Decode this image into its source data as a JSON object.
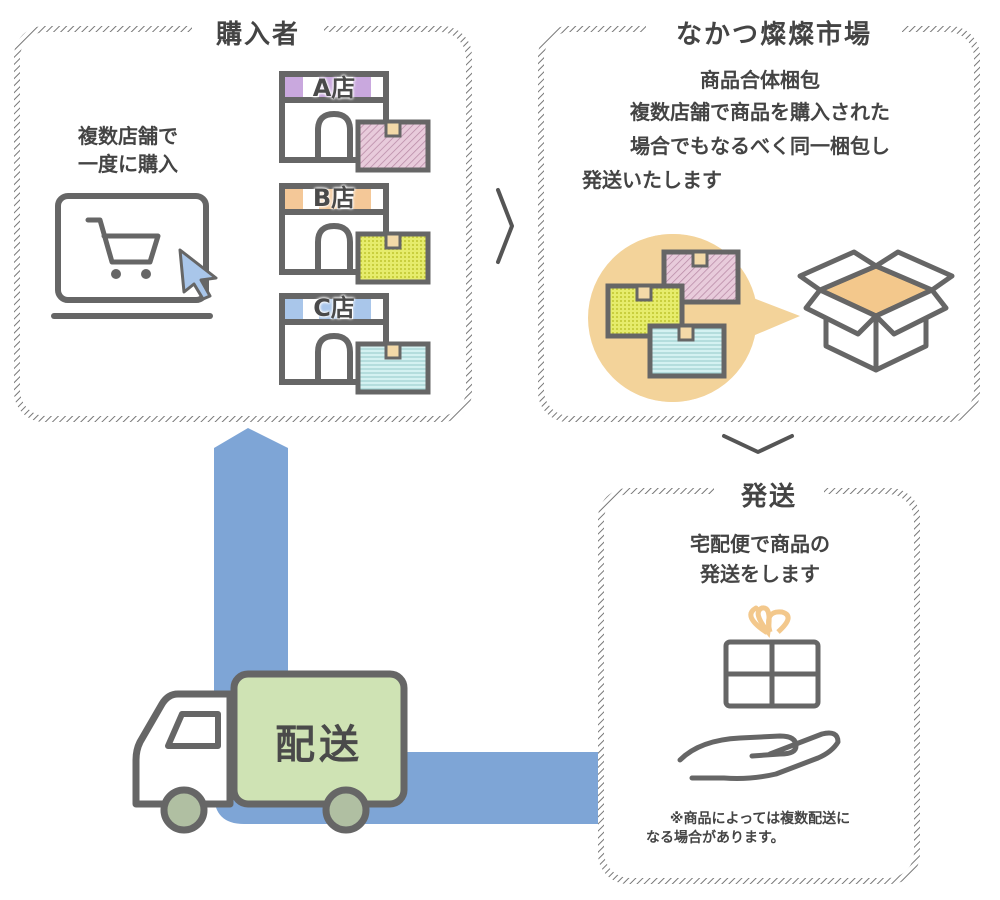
{
  "buyer_panel": {
    "title": "購入者",
    "desc_line1": "複数店舗で",
    "desc_line2": "一度に購入",
    "stores": [
      "A店",
      "B店",
      "C店"
    ]
  },
  "market_panel": {
    "title": "なかつ燦燦市場",
    "heading": "商品合体梱包",
    "line1": "複数店舗で商品を購入された",
    "line2": "場合でもなるべく同一梱包し",
    "line3": "発送いたします"
  },
  "ship_panel": {
    "title": "発送",
    "line1": "宅配便で商品の",
    "line2": "発送をします",
    "note_line1": "※商品によっては複数配送に",
    "note_line2": "なる場合があります。"
  },
  "truck": {
    "label": "配送"
  },
  "icons": {
    "cart": "laptop-cart-icon",
    "store": "store-icon",
    "box": "package-icon",
    "open_box": "open-box-icon",
    "gift": "gift-hand-icon",
    "truck": "truck-icon"
  },
  "colors": {
    "outline": "#666666",
    "flow_arrow": "#7ea5d6",
    "truck_cargo": "#cfe3b4",
    "box_circle": "#f3d39a",
    "store_a": "#c9a8de",
    "store_b": "#f4c898",
    "store_c": "#a9c6ea",
    "box_pink": "#e4c6d6",
    "box_yellow": "#e6ea6e",
    "box_cyan": "#cfeeee"
  }
}
